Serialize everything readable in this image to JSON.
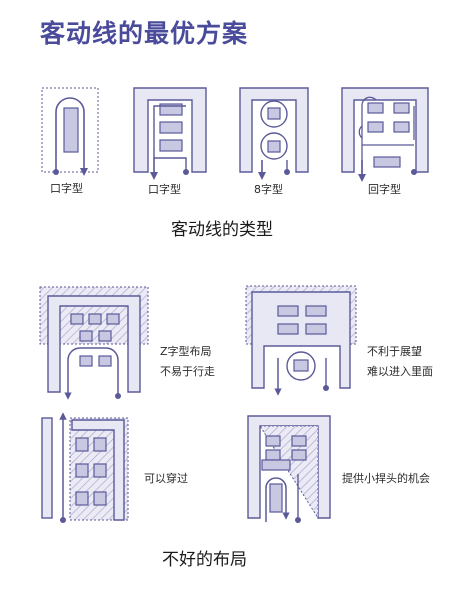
{
  "title": "客动线的最优方案",
  "types": {
    "heading": "客动线的类型",
    "items": [
      "口字型",
      "口字型",
      "8字型",
      "回字型"
    ]
  },
  "bad_layouts": {
    "heading": "不好的布局",
    "notes": {
      "z_shape_line1": "Z字型布局",
      "z_shape_line2": "不易于行走",
      "display_line1": "不利于展望",
      "display_line2": "难以进入里面",
      "pass_through": "可以穿过",
      "shortcut": "提供小捍头的机会"
    }
  },
  "colors": {
    "title": "#4a4b9a",
    "stroke": "#5b5a99",
    "fill": "#e8e8f4",
    "box": "#c9c8e2"
  }
}
